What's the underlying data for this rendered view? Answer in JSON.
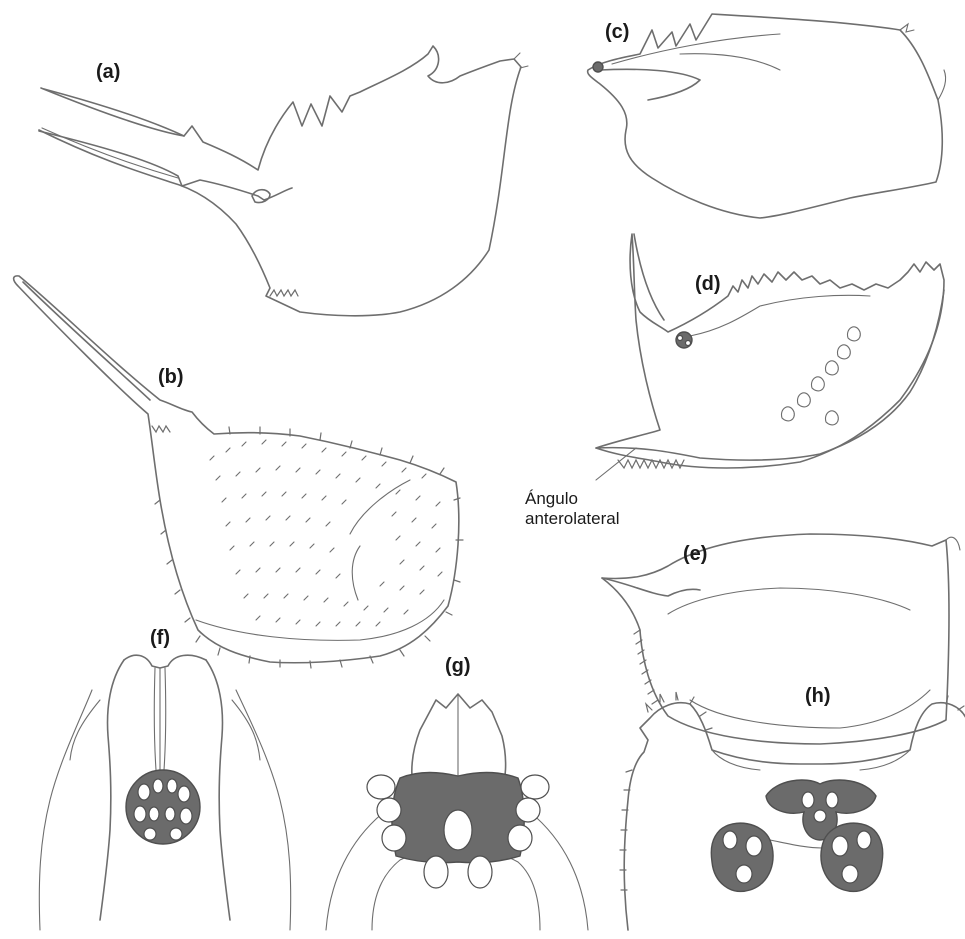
{
  "panels": {
    "a": "(a)",
    "b": "(b)",
    "c": "(c)",
    "d": "(d)",
    "e": "(e)",
    "f": "(f)",
    "g": "(g)",
    "h": "(h)"
  },
  "annotation": {
    "line1": "Ángulo",
    "line2": "anterolateral"
  },
  "colors": {
    "line": "#6e6e6e",
    "fill_dark": "#6b6b6b",
    "text": "#1a1a1a"
  }
}
